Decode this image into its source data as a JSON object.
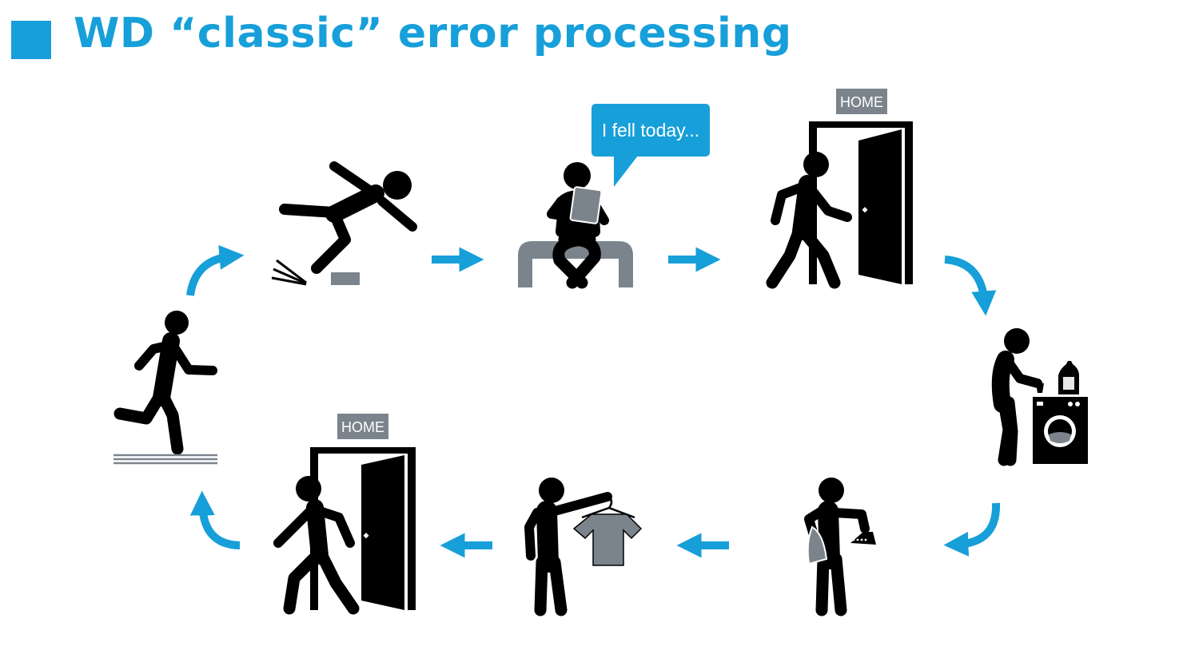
{
  "title": "WD “classic” error processing",
  "colors": {
    "accent": "#179fd9",
    "figure": "#000000",
    "grey": "#7b848c"
  },
  "speech_bubble": "I fell today...",
  "home_label_top": "HOME",
  "home_label_bottom": "HOME",
  "steps": [
    "running",
    "tripping",
    "sitting-with-tablet",
    "entering-home",
    "doing-laundry",
    "ironing",
    "hanging-shirt",
    "leaving-home"
  ]
}
